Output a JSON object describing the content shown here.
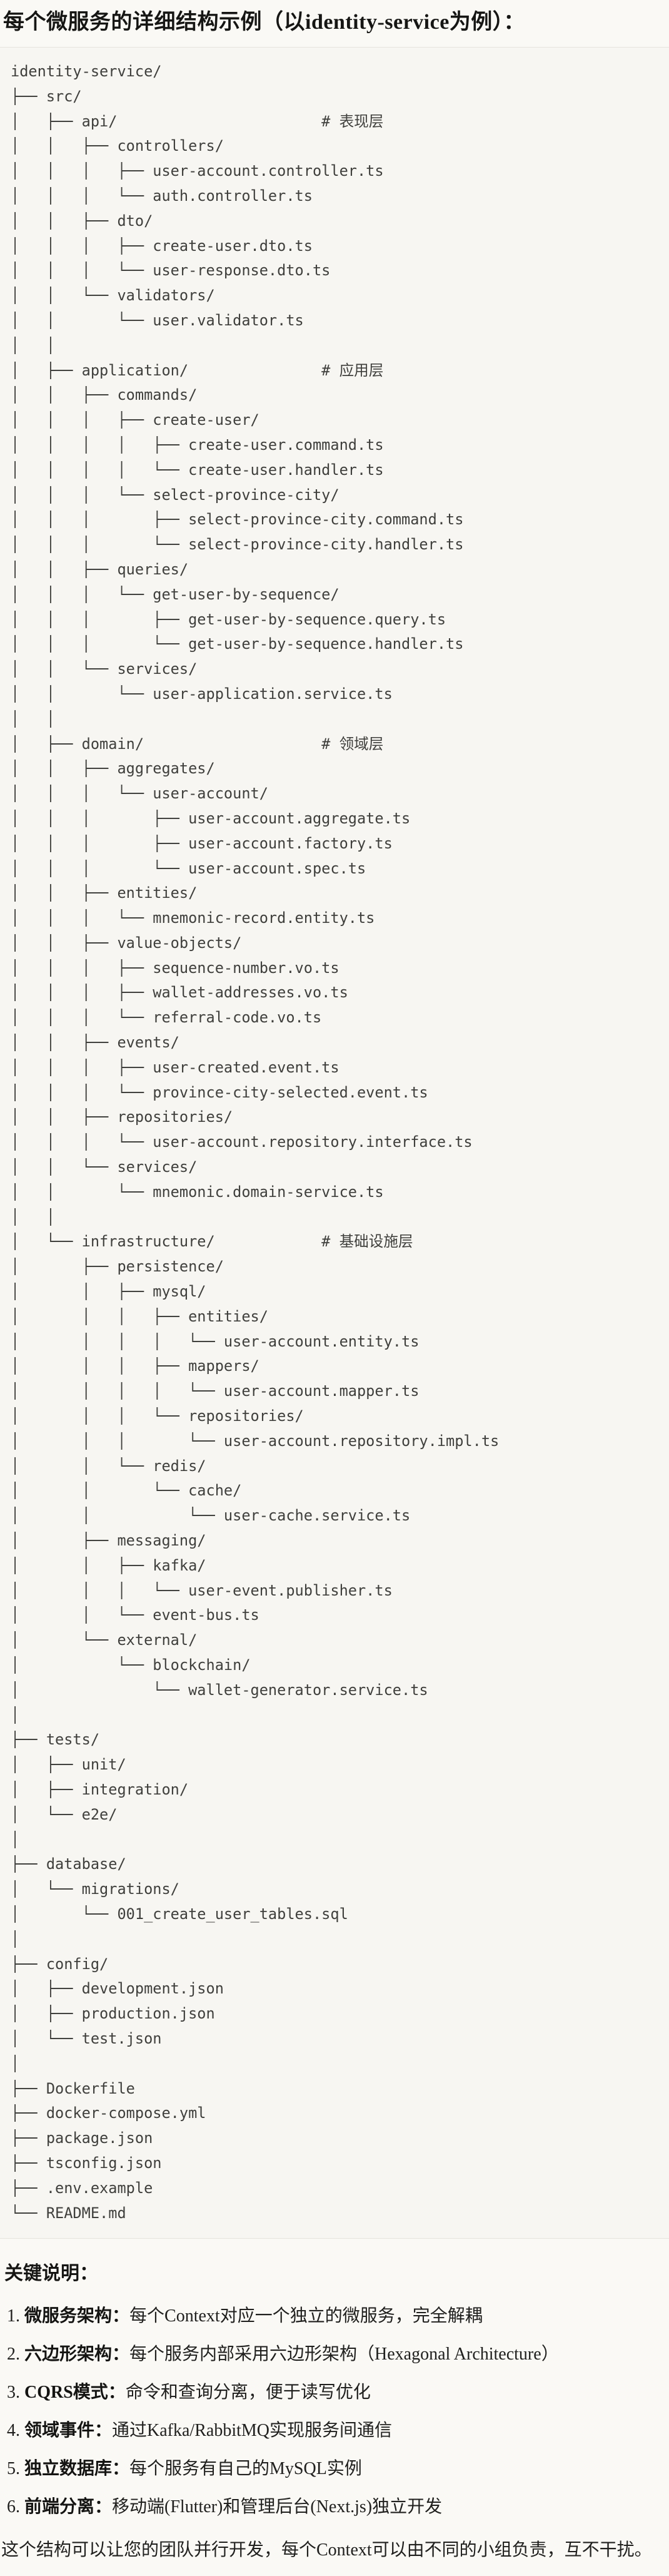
{
  "page": {
    "title": "每个微服务的详细结构示例（以identity-service为例）："
  },
  "tree": {
    "language": "text",
    "lines": [
      "identity-service/",
      "├── src/",
      "│   ├── api/                       # 表现层",
      "│   │   ├── controllers/",
      "│   │   │   ├── user-account.controller.ts",
      "│   │   │   └── auth.controller.ts",
      "│   │   ├── dto/",
      "│   │   │   ├── create-user.dto.ts",
      "│   │   │   └── user-response.dto.ts",
      "│   │   └── validators/",
      "│   │       └── user.validator.ts",
      "│   │",
      "│   ├── application/               # 应用层",
      "│   │   ├── commands/",
      "│   │   │   ├── create-user/",
      "│   │   │   │   ├── create-user.command.ts",
      "│   │   │   │   └── create-user.handler.ts",
      "│   │   │   └── select-province-city/",
      "│   │   │       ├── select-province-city.command.ts",
      "│   │   │       └── select-province-city.handler.ts",
      "│   │   ├── queries/",
      "│   │   │   └── get-user-by-sequence/",
      "│   │   │       ├── get-user-by-sequence.query.ts",
      "│   │   │       └── get-user-by-sequence.handler.ts",
      "│   │   └── services/",
      "│   │       └── user-application.service.ts",
      "│   │",
      "│   ├── domain/                    # 领域层",
      "│   │   ├── aggregates/",
      "│   │   │   └── user-account/",
      "│   │   │       ├── user-account.aggregate.ts",
      "│   │   │       ├── user-account.factory.ts",
      "│   │   │       └── user-account.spec.ts",
      "│   │   ├── entities/",
      "│   │   │   └── mnemonic-record.entity.ts",
      "│   │   ├── value-objects/",
      "│   │   │   ├── sequence-number.vo.ts",
      "│   │   │   ├── wallet-addresses.vo.ts",
      "│   │   │   └── referral-code.vo.ts",
      "│   │   ├── events/",
      "│   │   │   ├── user-created.event.ts",
      "│   │   │   └── province-city-selected.event.ts",
      "│   │   ├── repositories/",
      "│   │   │   └── user-account.repository.interface.ts",
      "│   │   └── services/",
      "│   │       └── mnemonic.domain-service.ts",
      "│   │",
      "│   └── infrastructure/            # 基础设施层",
      "│       ├── persistence/",
      "│       │   ├── mysql/",
      "│       │   │   ├── entities/",
      "│       │   │   │   └── user-account.entity.ts",
      "│       │   │   ├── mappers/",
      "│       │   │   │   └── user-account.mapper.ts",
      "│       │   │   └── repositories/",
      "│       │   │       └── user-account.repository.impl.ts",
      "│       │   └── redis/",
      "│       │       └── cache/",
      "│       │           └── user-cache.service.ts",
      "│       ├── messaging/",
      "│       │   ├── kafka/",
      "│       │   │   └── user-event.publisher.ts",
      "│       │   └── event-bus.ts",
      "│       └── external/",
      "│           └── blockchain/",
      "│               └── wallet-generator.service.ts",
      "│",
      "├── tests/",
      "│   ├── unit/",
      "│   ├── integration/",
      "│   └── e2e/",
      "│",
      "├── database/",
      "│   └── migrations/",
      "│       └── 001_create_user_tables.sql",
      "│",
      "├── config/",
      "│   ├── development.json",
      "│   ├── production.json",
      "│   └── test.json",
      "│",
      "├── Dockerfile",
      "├── docker-compose.yml",
      "├── package.json",
      "├── tsconfig.json",
      "├── .env.example",
      "└── README.md"
    ]
  },
  "notes": {
    "heading": "关键说明：",
    "separator": "：",
    "items": [
      {
        "num": "1.",
        "term": "微服务架构",
        "desc": "每个Context对应一个独立的微服务，完全解耦"
      },
      {
        "num": "2.",
        "term": "六边形架构",
        "desc": "每个服务内部采用六边形架构（Hexagonal Architecture）"
      },
      {
        "num": "3.",
        "term": "CQRS模式",
        "desc": "命令和查询分离，便于读写优化"
      },
      {
        "num": "4.",
        "term": "领域事件",
        "desc": "通过Kafka/RabbitMQ实现服务间通信"
      },
      {
        "num": "5.",
        "term": "独立数据库",
        "desc": "每个服务有自己的MySQL实例"
      },
      {
        "num": "6.",
        "term": "前端分离",
        "desc": "移动端(Flutter)和管理后台(Next.js)独立开发"
      }
    ],
    "footer": "这个结构可以让您的团队并行开发，每个Context可以由不同的小组负责，互不干扰。"
  },
  "colors": {
    "page_background": "#FAF9F5",
    "code_background": "#F7F6F2",
    "code_border": "#E6E4DD",
    "code_text": "#3F3F3C",
    "heading_text": "#161614",
    "body_text": "#20201E"
  }
}
